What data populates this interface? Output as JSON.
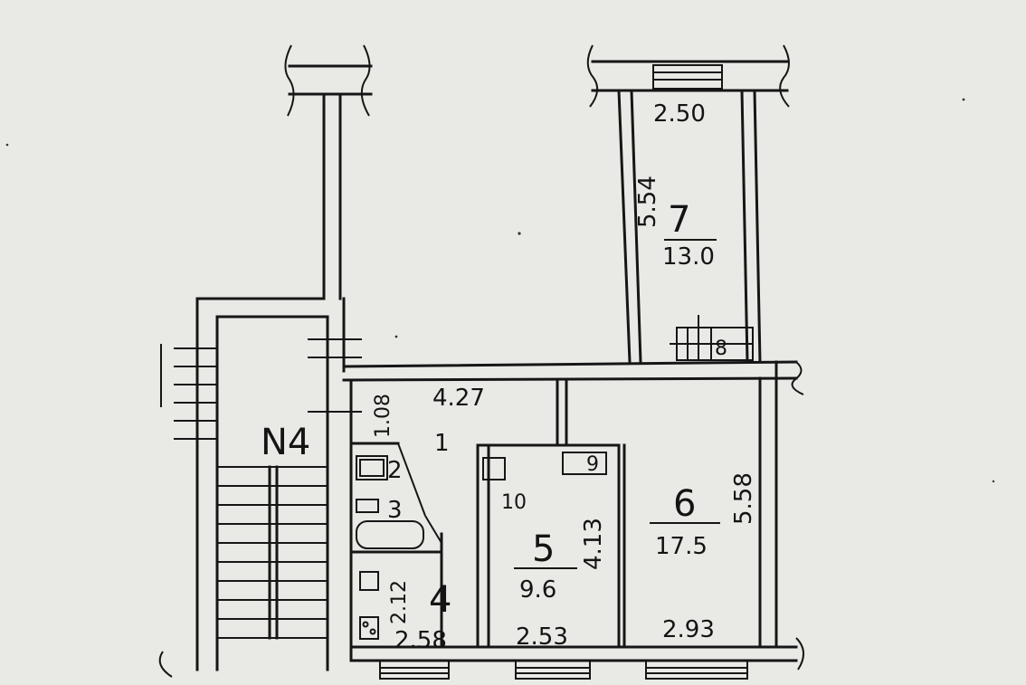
{
  "plan": {
    "stair_label": "N4",
    "rooms": [
      {
        "id": "1",
        "number": "1"
      },
      {
        "id": "2",
        "number": "2"
      },
      {
        "id": "3",
        "number": "3"
      },
      {
        "id": "4",
        "number": "4"
      },
      {
        "id": "5",
        "number": "5",
        "area": "9.6"
      },
      {
        "id": "6",
        "number": "6",
        "area": "17.5"
      },
      {
        "id": "7",
        "number": "7",
        "area": "13.0"
      },
      {
        "id": "8",
        "number": "8"
      },
      {
        "id": "9",
        "number": "9"
      },
      {
        "id": "10",
        "number": "10"
      }
    ],
    "dimensions": {
      "d_250": "2.50",
      "d_554": "5.54",
      "d_427": "4.27",
      "d_108": "1.08",
      "d_558": "5.58",
      "d_413": "4.13",
      "d_212": "2.12",
      "d_258": "2.58",
      "d_253": "2.53",
      "d_293": "2.93"
    }
  }
}
